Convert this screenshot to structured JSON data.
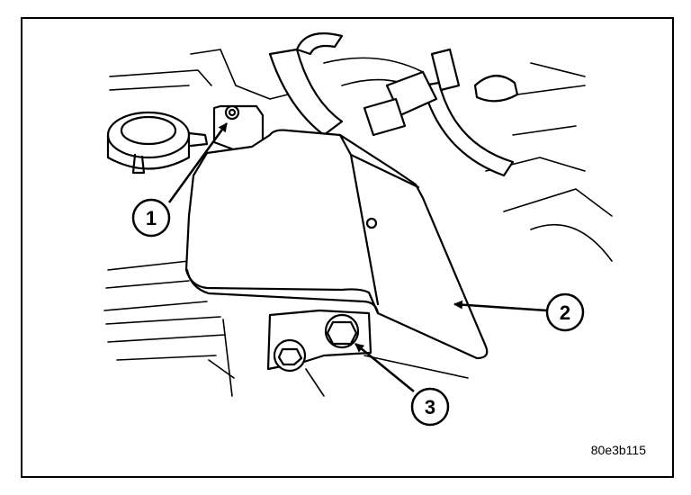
{
  "figure": {
    "callouts": [
      {
        "number": "1"
      },
      {
        "number": "2"
      },
      {
        "number": "3"
      }
    ],
    "figure_code": "80e3b115"
  }
}
